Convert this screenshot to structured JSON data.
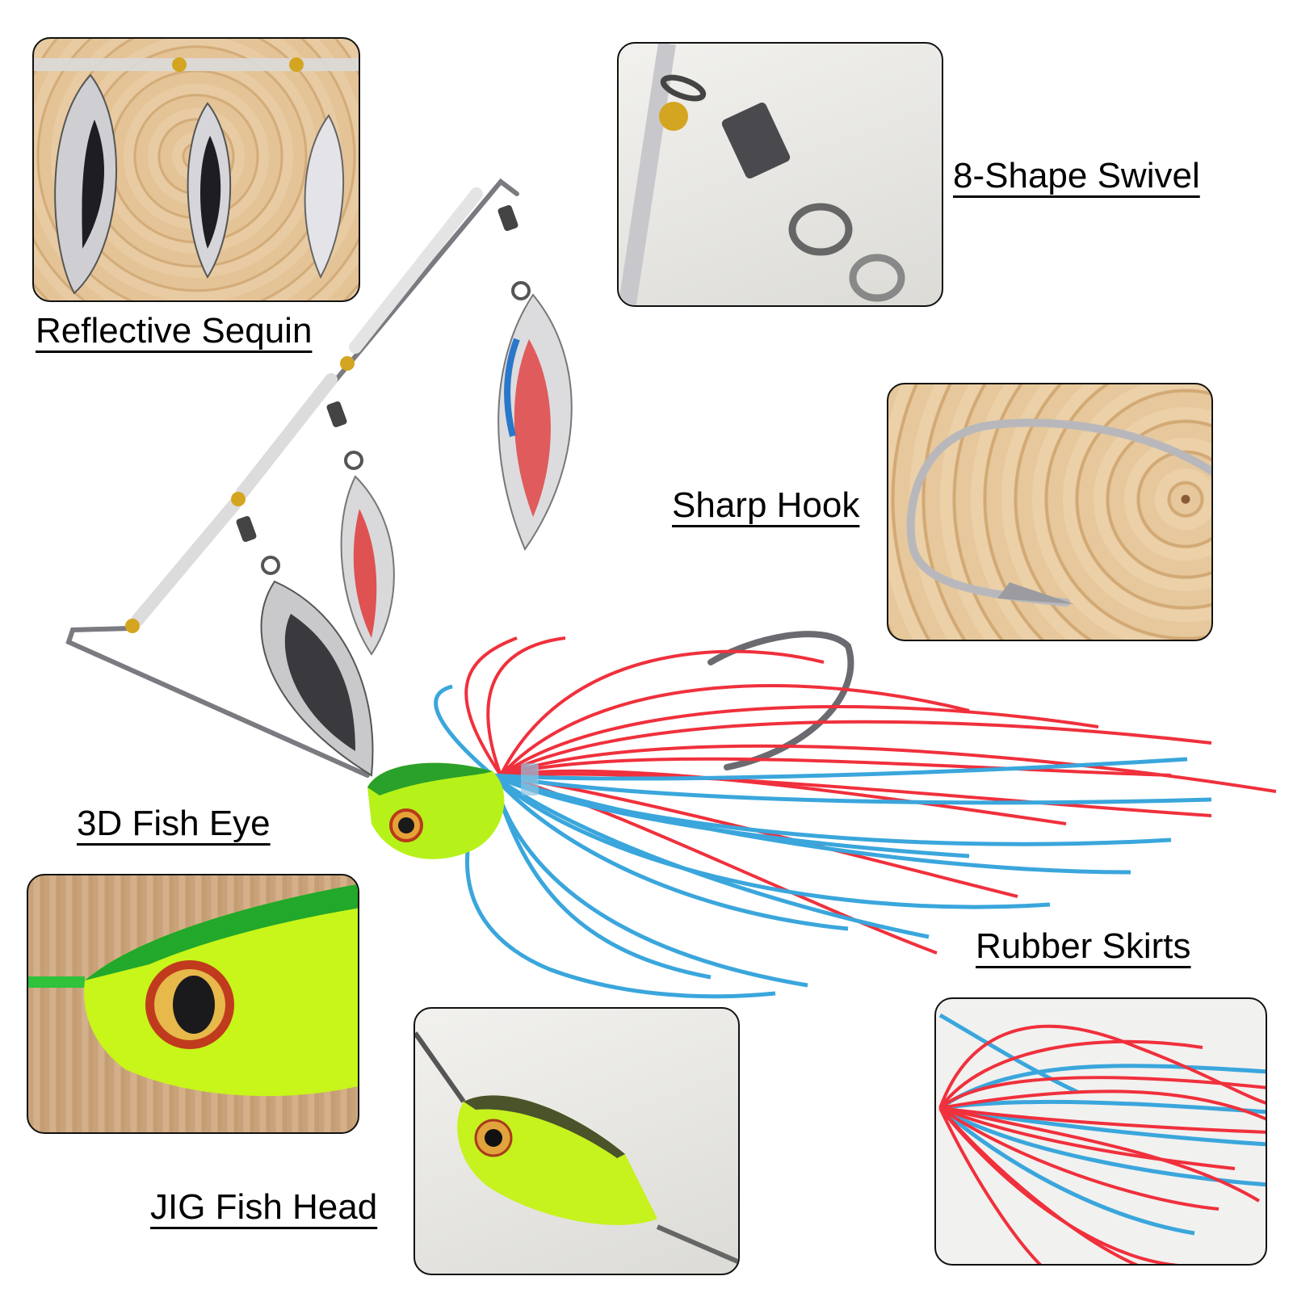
{
  "features": [
    {
      "id": "reflective-sequin",
      "label": "Reflective Sequin"
    },
    {
      "id": "swivel",
      "label": "8-Shape Swivel"
    },
    {
      "id": "hook",
      "label": "Sharp Hook"
    },
    {
      "id": "fish-eye",
      "label": "3D Fish Eye"
    },
    {
      "id": "jig-head",
      "label": "JIG Fish Head"
    },
    {
      "id": "skirts",
      "label": "Rubber Skirts"
    }
  ],
  "colors": {
    "skirt_red": "#f0303c",
    "skirt_blue": "#3aa6dc",
    "head_green": "#b6f21a",
    "head_dark": "#2aa12a",
    "blade_silver": "#c9c9cc",
    "bead_gold": "#d4a520",
    "wire": "#7a7a80"
  }
}
